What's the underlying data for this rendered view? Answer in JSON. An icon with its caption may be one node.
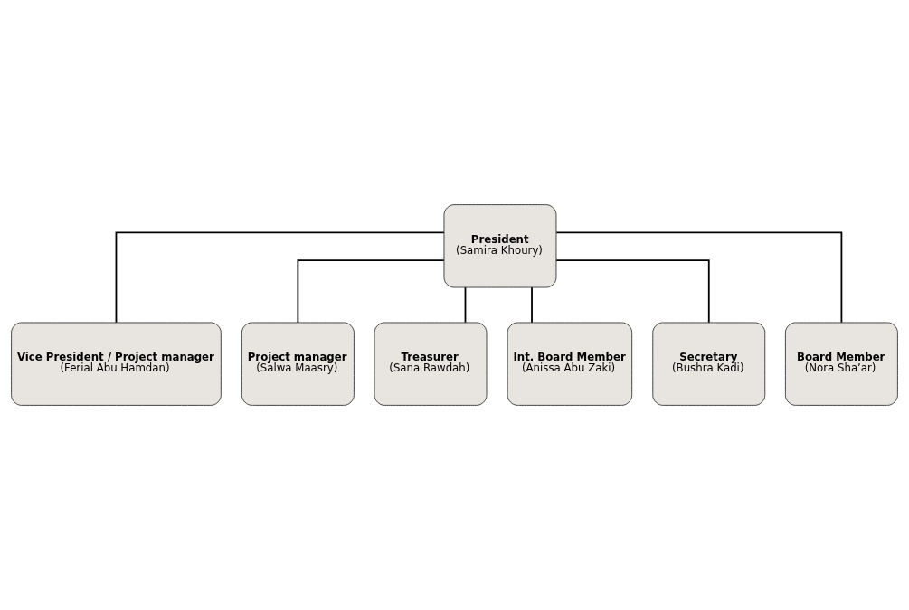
{
  "diagram": {
    "nodes": [
      {
        "text": [
          "President",
          "(Samira Khoury)"
        ]
      },
      {
        "text": [
          "Vice President / Project manager",
          "(Ferial Abu Hamdan)"
        ]
      },
      {
        "text": [
          "Project manager",
          "(Salwa Maasry)"
        ]
      },
      {
        "text": [
          "Treasurer",
          "(Sana Rawdah)"
        ]
      },
      {
        "text": [
          "Int. Board Member",
          "(Anissa Abu Zaki)"
        ]
      },
      {
        "text": [
          "Secretary",
          "(Bushra Kadi)"
        ]
      },
      {
        "text": [
          "Board Member",
          "(Nora Sha’ar)"
        ]
      }
    ],
    "edges": [
      {
        "from": 0,
        "to": 1,
        "arrow": "none"
      },
      {
        "from": 0,
        "to": 2,
        "arrow": "none"
      },
      {
        "from": 0,
        "to": 3,
        "arrow": "none"
      },
      {
        "from": 0,
        "to": 4,
        "arrow": "none"
      },
      {
        "from": 0,
        "to": 5,
        "arrow": "none"
      },
      {
        "from": 0,
        "to": 6,
        "arrow": "none"
      }
    ]
  }
}
